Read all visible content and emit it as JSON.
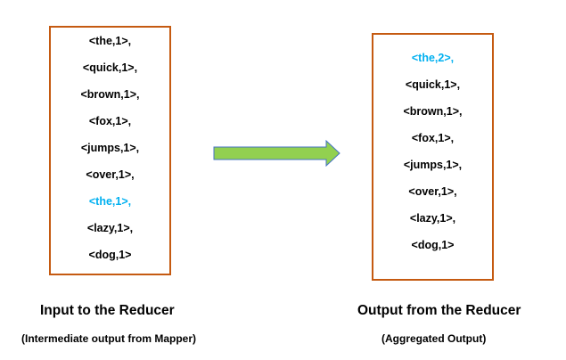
{
  "input": {
    "items": [
      {
        "text": "<the,1>,",
        "highlight": false
      },
      {
        "text": "<quick,1>,",
        "highlight": false
      },
      {
        "text": "<brown,1>,",
        "highlight": false
      },
      {
        "text": "<fox,1>,",
        "highlight": false
      },
      {
        "text": "<jumps,1>,",
        "highlight": false
      },
      {
        "text": "<over,1>,",
        "highlight": false
      },
      {
        "text": "<the,1>,",
        "highlight": true
      },
      {
        "text": "<lazy,1>,",
        "highlight": false
      },
      {
        "text": "<dog,1>",
        "highlight": false
      }
    ],
    "title": "Input to the Reducer",
    "subtitle": "(Intermediate output from Mapper)"
  },
  "output": {
    "items": [
      {
        "text": "<the,2>,",
        "highlight": true
      },
      {
        "text": "<quick,1>,",
        "highlight": false
      },
      {
        "text": "<brown,1>,",
        "highlight": false
      },
      {
        "text": "<fox,1>,",
        "highlight": false
      },
      {
        "text": "<jumps,1>,",
        "highlight": false
      },
      {
        "text": "<over,1>,",
        "highlight": false
      },
      {
        "text": "<lazy,1>,",
        "highlight": false
      },
      {
        "text": "<dog,1>",
        "highlight": false
      }
    ],
    "title": "Output from the Reducer",
    "subtitle": "(Aggregated Output)"
  },
  "colors": {
    "box_border": "#c55a11",
    "highlight": "#00b0f0",
    "arrow_fill": "#92d050",
    "arrow_stroke": "#4472c4"
  },
  "icons": {
    "arrow": "right-arrow-icon"
  }
}
